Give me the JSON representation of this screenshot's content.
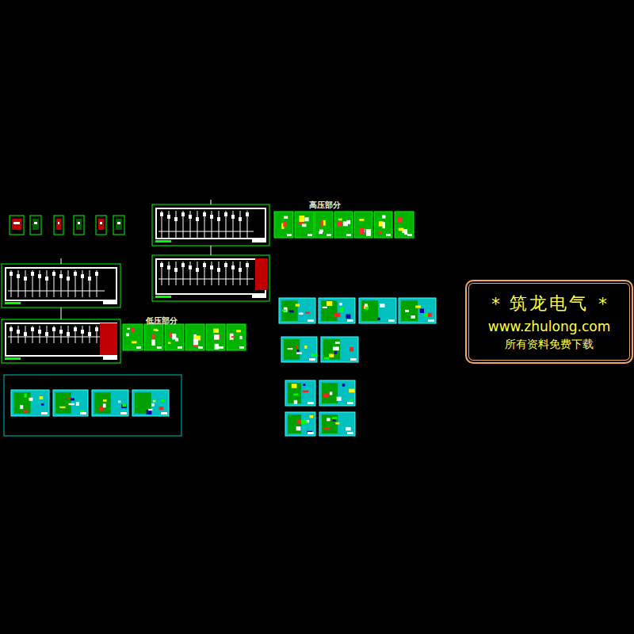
{
  "diagram": {
    "nodes": [
      {
        "text": [
          "*",
          "筑龙电气",
          "*",
          "www.zhulong.com",
          "所有资料免费下载"
        ]
      }
    ],
    "labels": [
      "高压部分",
      "低压部分"
    ]
  }
}
